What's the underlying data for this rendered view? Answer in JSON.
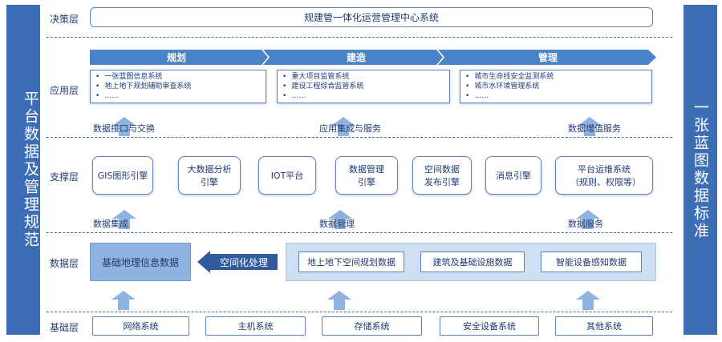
{
  "side": {
    "left": "平台数据及管理规范",
    "right": "一张蓝图数据标准"
  },
  "layers": {
    "decision": "决策层",
    "application": "应用层",
    "support": "支撑层",
    "data": "数据层",
    "base": "基础层"
  },
  "decision_system": "规建管一体化运营管理中心系统",
  "banners": [
    "规划",
    "建造",
    "管理"
  ],
  "app_groups": [
    [
      "一张蓝图信息系统",
      "地上地下规划辅助审查系统",
      "……"
    ],
    [
      "重大项目监管系统",
      "建设工程综合监管系统",
      "……"
    ],
    [
      "城市生命线安全监测系统",
      "城市水环境管理系统",
      "……"
    ]
  ],
  "app_captions": [
    "数据接口与交换",
    "应用集成与服务",
    "数据增值服务"
  ],
  "support_items": [
    "GIS图形引擎",
    "大数据分析引擎",
    "IOT平台",
    "数据管理引擎",
    "空间数据发布引擎",
    "消息引擎",
    "平台运维系统（规则、权限等）"
  ],
  "support_captions": [
    "数据集成",
    "数据管理",
    "数据服务"
  ],
  "geo_data": "基础地理信息数据",
  "spatial_process": "空间化处理",
  "data_items": [
    "地上地下空间规划数据",
    "建筑及基础设施数据",
    "智能设备感知数据"
  ],
  "base_items": [
    "网络系统",
    "主机系统",
    "存储系统",
    "安全设备系统",
    "其他系统"
  ]
}
